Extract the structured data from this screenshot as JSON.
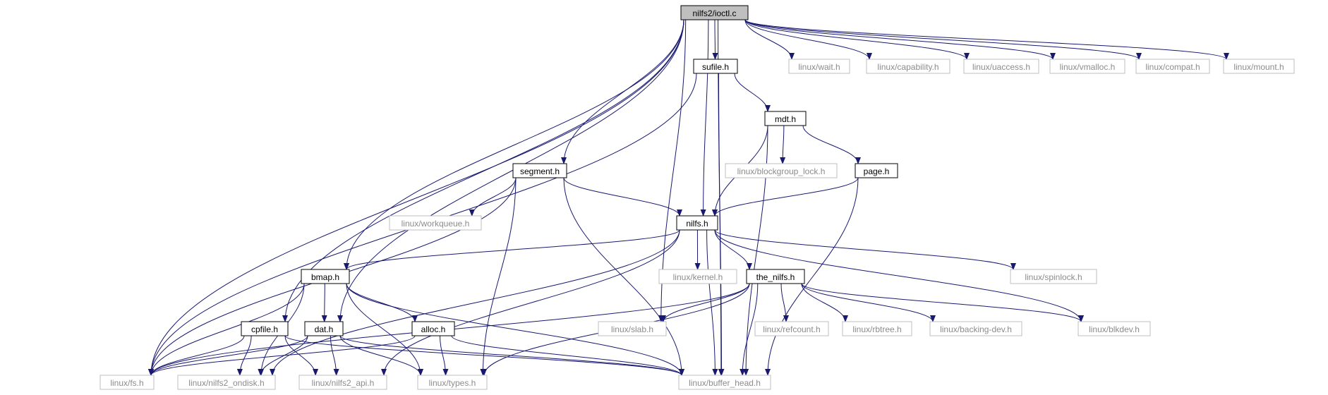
{
  "colors": {
    "edge": "#191970",
    "local_border": "#000000",
    "local_text": "#000000",
    "system_border": "#bfbfbf",
    "system_text": "#8c8c8c",
    "root_fill": "#bfbfbf",
    "root_border": "#000000"
  },
  "nodes": [
    {
      "id": "ioctl",
      "label": "nilfs2/ioctl.c",
      "kind": "root"
    },
    {
      "id": "sufile",
      "label": "sufile.h",
      "kind": "local"
    },
    {
      "id": "wait",
      "label": "linux/wait.h",
      "kind": "system"
    },
    {
      "id": "capability",
      "label": "linux/capability.h",
      "kind": "system"
    },
    {
      "id": "uaccess",
      "label": "linux/uaccess.h",
      "kind": "system"
    },
    {
      "id": "vmalloc",
      "label": "linux/vmalloc.h",
      "kind": "system"
    },
    {
      "id": "compat",
      "label": "linux/compat.h",
      "kind": "system"
    },
    {
      "id": "mount",
      "label": "linux/mount.h",
      "kind": "system"
    },
    {
      "id": "mdt",
      "label": "mdt.h",
      "kind": "local"
    },
    {
      "id": "segment",
      "label": "segment.h",
      "kind": "local"
    },
    {
      "id": "bglock",
      "label": "linux/blockgroup_lock.h",
      "kind": "system"
    },
    {
      "id": "page",
      "label": "page.h",
      "kind": "local"
    },
    {
      "id": "nilfs",
      "label": "nilfs.h",
      "kind": "local"
    },
    {
      "id": "workqueue",
      "label": "linux/workqueue.h",
      "kind": "system"
    },
    {
      "id": "bmap",
      "label": "bmap.h",
      "kind": "local"
    },
    {
      "id": "kernel",
      "label": "linux/kernel.h",
      "kind": "system"
    },
    {
      "id": "thenilfs",
      "label": "the_nilfs.h",
      "kind": "local"
    },
    {
      "id": "spinlock",
      "label": "linux/spinlock.h",
      "kind": "system"
    },
    {
      "id": "cpfile",
      "label": "cpfile.h",
      "kind": "local"
    },
    {
      "id": "dat",
      "label": "dat.h",
      "kind": "local"
    },
    {
      "id": "alloc",
      "label": "alloc.h",
      "kind": "local"
    },
    {
      "id": "slab",
      "label": "linux/slab.h",
      "kind": "system"
    },
    {
      "id": "refcount",
      "label": "linux/refcount.h",
      "kind": "system"
    },
    {
      "id": "rbtree",
      "label": "linux/rbtree.h",
      "kind": "system"
    },
    {
      "id": "backingdev",
      "label": "linux/backing-dev.h",
      "kind": "system"
    },
    {
      "id": "blkdev",
      "label": "linux/blkdev.h",
      "kind": "system"
    },
    {
      "id": "fs",
      "label": "linux/fs.h",
      "kind": "system"
    },
    {
      "id": "ondisk",
      "label": "linux/nilfs2_ondisk.h",
      "kind": "system"
    },
    {
      "id": "api",
      "label": "linux/nilfs2_api.h",
      "kind": "system"
    },
    {
      "id": "types",
      "label": "linux/types.h",
      "kind": "system"
    },
    {
      "id": "bufhead",
      "label": "linux/buffer_head.h",
      "kind": "system"
    }
  ],
  "edges": [
    [
      "ioctl",
      "sufile"
    ],
    [
      "ioctl",
      "wait"
    ],
    [
      "ioctl",
      "capability"
    ],
    [
      "ioctl",
      "uaccess"
    ],
    [
      "ioctl",
      "vmalloc"
    ],
    [
      "ioctl",
      "compat"
    ],
    [
      "ioctl",
      "mount"
    ],
    [
      "ioctl",
      "fs"
    ],
    [
      "ioctl",
      "cpfile"
    ],
    [
      "ioctl",
      "dat"
    ],
    [
      "ioctl",
      "bmap"
    ],
    [
      "ioctl",
      "segment"
    ],
    [
      "ioctl",
      "slab"
    ],
    [
      "ioctl",
      "nilfs"
    ],
    [
      "ioctl",
      "bufhead"
    ],
    [
      "sufile",
      "mdt"
    ],
    [
      "sufile",
      "fs"
    ],
    [
      "sufile",
      "bufhead"
    ],
    [
      "mdt",
      "bglock"
    ],
    [
      "mdt",
      "page"
    ],
    [
      "mdt",
      "nilfs"
    ],
    [
      "mdt",
      "bufhead"
    ],
    [
      "page",
      "nilfs"
    ],
    [
      "page",
      "bufhead"
    ],
    [
      "segment",
      "workqueue"
    ],
    [
      "segment",
      "nilfs"
    ],
    [
      "segment",
      "fs"
    ],
    [
      "segment",
      "types"
    ],
    [
      "segment",
      "bufhead"
    ],
    [
      "nilfs",
      "bmap"
    ],
    [
      "nilfs",
      "kernel"
    ],
    [
      "nilfs",
      "thenilfs"
    ],
    [
      "nilfs",
      "spinlock"
    ],
    [
      "nilfs",
      "blkdev"
    ],
    [
      "nilfs",
      "ondisk"
    ],
    [
      "nilfs",
      "api"
    ],
    [
      "nilfs",
      "bufhead"
    ],
    [
      "bmap",
      "fs"
    ],
    [
      "bmap",
      "ondisk"
    ],
    [
      "bmap",
      "dat"
    ],
    [
      "bmap",
      "alloc"
    ],
    [
      "bmap",
      "types"
    ],
    [
      "bmap",
      "bufhead"
    ],
    [
      "thenilfs",
      "fs"
    ],
    [
      "thenilfs",
      "slab"
    ],
    [
      "thenilfs",
      "refcount"
    ],
    [
      "thenilfs",
      "rbtree"
    ],
    [
      "thenilfs",
      "backingdev"
    ],
    [
      "thenilfs",
      "blkdev"
    ],
    [
      "thenilfs",
      "types"
    ],
    [
      "thenilfs",
      "bufhead"
    ],
    [
      "cpfile",
      "fs"
    ],
    [
      "cpfile",
      "ondisk"
    ],
    [
      "cpfile",
      "api"
    ],
    [
      "cpfile",
      "bufhead"
    ],
    [
      "dat",
      "fs"
    ],
    [
      "dat",
      "ondisk"
    ],
    [
      "dat",
      "api"
    ],
    [
      "dat",
      "types"
    ],
    [
      "dat",
      "bufhead"
    ],
    [
      "alloc",
      "fs"
    ],
    [
      "alloc",
      "types"
    ],
    [
      "alloc",
      "bufhead"
    ]
  ]
}
